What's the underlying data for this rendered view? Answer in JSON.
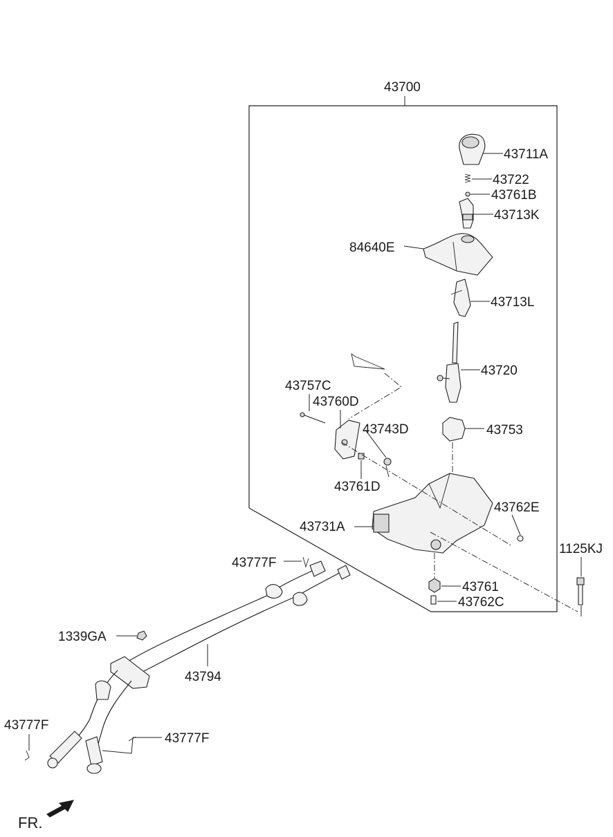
{
  "parts": {
    "assembly": "43700",
    "knob": "43711A",
    "spring": "43722",
    "ball_b": "43761B",
    "bushing_k": "43713K",
    "boot": "84640E",
    "bushing_l": "43713L",
    "lever": "43720",
    "pin_c": "43757C",
    "plate_d": "43760D",
    "bushing_d": "43743D",
    "nut_d": "43761D",
    "damper": "43753",
    "ring_e": "43762E",
    "housing": "43731A",
    "clip_upper": "43777F",
    "bolt": "1125KJ",
    "nut": "43761",
    "bushing_c": "43762C",
    "grommet_nut": "1339GA",
    "cable": "43794",
    "clip_left": "43777F",
    "clip_lower": "43777F"
  },
  "orientation": {
    "label": "FR."
  }
}
